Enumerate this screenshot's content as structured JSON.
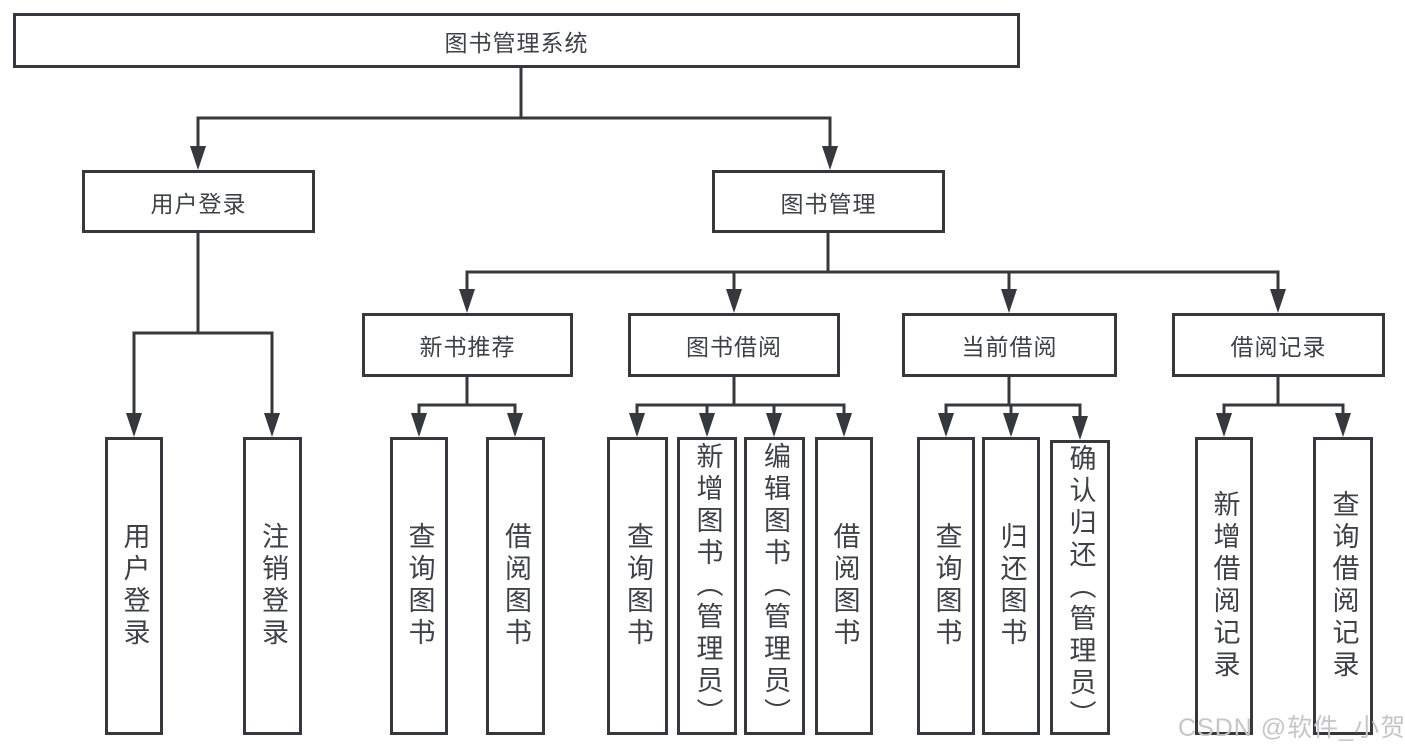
{
  "diagram": {
    "title": "图书管理系统",
    "tree": {
      "root": {
        "label": "图书管理系统"
      },
      "level2": [
        {
          "label": "用户登录"
        },
        {
          "label": "图书管理"
        }
      ],
      "level3": [
        {
          "label": "新书推荐"
        },
        {
          "label": "图书借阅"
        },
        {
          "label": "当前借阅"
        },
        {
          "label": "借阅记录"
        }
      ],
      "leaves": {
        "userLogin": [
          {
            "label": "用户登录"
          },
          {
            "label": "注销登录"
          }
        ],
        "newBookRecommend": [
          {
            "label": "查询图书"
          },
          {
            "label": "借阅图书"
          }
        ],
        "bookBorrowing": [
          {
            "label": "查询图书"
          },
          {
            "label": "新增图书（管理员）"
          },
          {
            "label": "编辑图书（管理员）"
          },
          {
            "label": "借阅图书"
          }
        ],
        "currentBorrowing": [
          {
            "label": "查询图书"
          },
          {
            "label": "归还图书"
          },
          {
            "label": "确认归还（管理员）"
          }
        ],
        "borrowRecords": [
          {
            "label": "新增借阅记录"
          },
          {
            "label": "查询借阅记录"
          }
        ]
      }
    },
    "colors": {
      "line": "#35393d",
      "text": "#3e4247",
      "background": "#ffffff",
      "watermark_color": "#c6c6c6"
    }
  },
  "watermark": {
    "text": "CSDN @软件_小贺同学"
  }
}
